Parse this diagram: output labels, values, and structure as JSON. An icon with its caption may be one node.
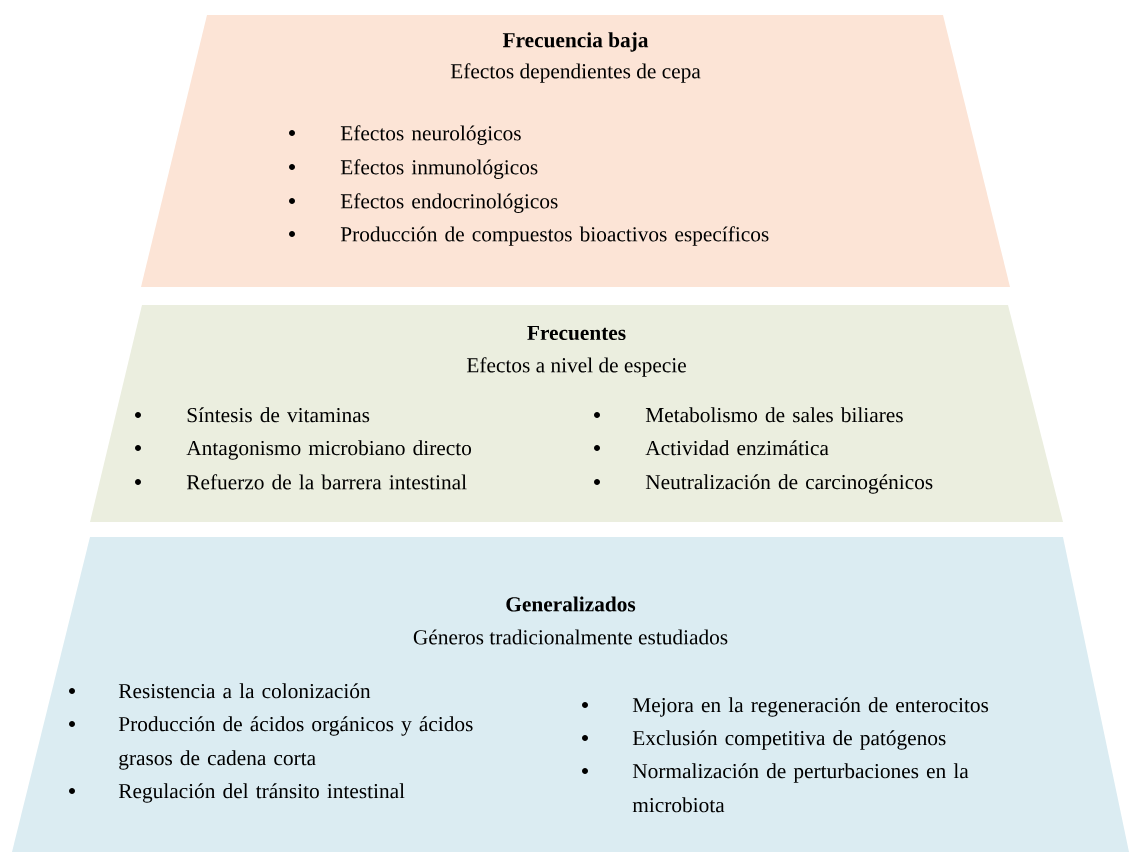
{
  "diagram": {
    "nodes": [
      {
        "text": [
          "Frecuencia baja",
          "Efectos dependientes de cepa",
          "Efectos neurológicos",
          "Efectos inmunológicos",
          "Efectos endocrinológicos",
          "Producción de compuestos bioactivos específicos"
        ]
      },
      {
        "text": [
          "Frecuentes",
          "Efectos a nivel de especie",
          "Síntesis de vitaminas",
          "Antagonismo microbiano directo",
          "Refuerzo de la barrera intestinal",
          "Metabolismo de sales biliares",
          "Actividad enzimática",
          "Neutralización de carcinogénicos"
        ]
      },
      {
        "text": [
          "Generalizados",
          "Géneros tradicionalmente estudiados",
          "Resistencia a la colonización",
          "Producción de ácidos orgánicos y ácidos grasos de cadena corta",
          "Regulación del tránsito intestinal",
          "Mejora en la regeneración de enterocitos",
          "Exclusión competitiva de patógenos",
          "Normalización de perturbaciones en la microbiota"
        ]
      }
    ]
  }
}
